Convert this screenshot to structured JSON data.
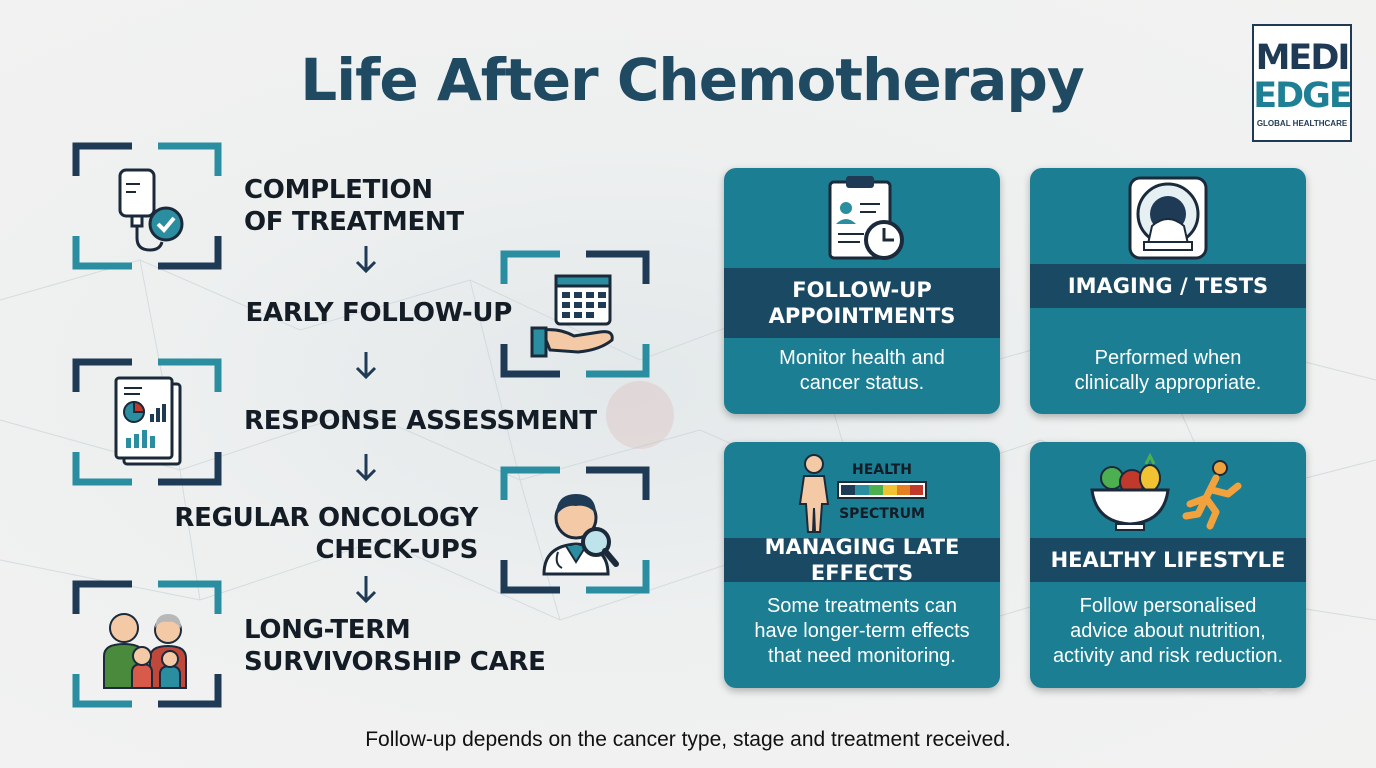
{
  "title": "Life After Chemotherapy",
  "logo": {
    "line1": "MEDI",
    "line2": "EDGE",
    "tagline": "GLOBAL HEALTHCARE"
  },
  "steps": [
    {
      "line1": "COMPLETION",
      "line2": "OF TREATMENT"
    },
    {
      "line1": "EARLY FOLLOW-UP"
    },
    {
      "line1": "RESPONSE ASSESSMENT"
    },
    {
      "line1": "REGULAR ONCOLOGY",
      "line2": "CHECK-UPS"
    },
    {
      "line1": "LONG-TERM",
      "line2": "SURVIVORSHIP CARE"
    }
  ],
  "cards": [
    {
      "title_line1": "FOLLOW-UP",
      "title_line2": "APPOINTMENTS",
      "desc_line1": "Monitor health and",
      "desc_line2": "cancer status."
    },
    {
      "title_line1": "IMAGING / TESTS",
      "desc_line1": "Performed when",
      "desc_line2": "clinically appropriate."
    },
    {
      "title_line1": "MANAGING LATE EFFECTS",
      "icon_label1": "HEALTH",
      "icon_label2": "SPECTRUM",
      "desc_line1": "Some treatments can",
      "desc_line2": "have longer-term effects",
      "desc_line3": "that need monitoring."
    },
    {
      "title_line1": "HEALTHY LIFESTYLE",
      "desc_line1": "Follow personalised",
      "desc_line2": "advice about nutrition,",
      "desc_line3": "activity and risk reduction."
    }
  ],
  "footer": "Follow-up depends on the cancer type, stage and treatment received.",
  "colors": {
    "navy": "#1f4a62",
    "teal": "#1c7e93",
    "band": "#1a4a63",
    "frame_dark": "#1f3a55",
    "frame_light": "#2a8da0"
  }
}
